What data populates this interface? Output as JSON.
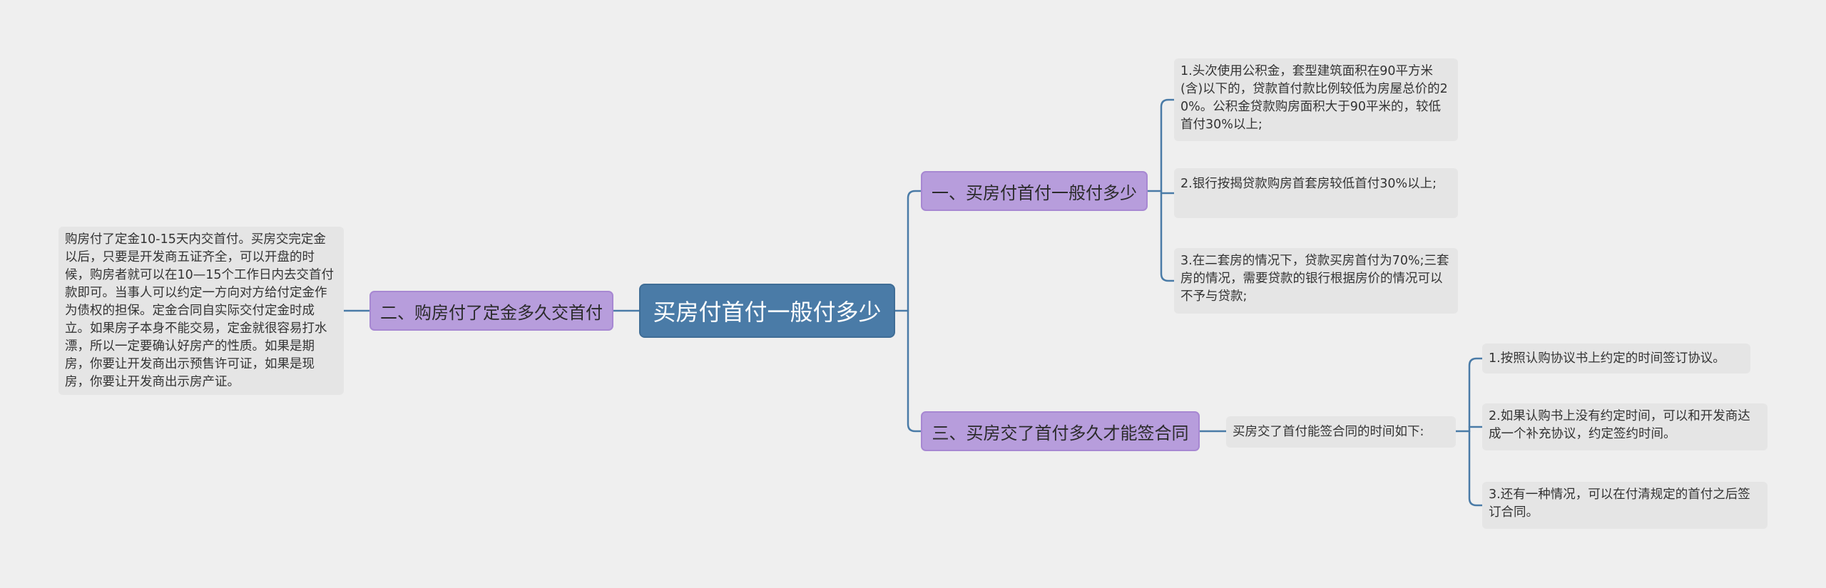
{
  "root": {
    "title": "买房付首付一般付多少"
  },
  "branches": {
    "b1": {
      "label": "一、买房付首付一般付多少",
      "items": [
        "1.头次使用公积金，套型建筑面积在90平方米(含)以下的，贷款首付款比例较低为房屋总价的20%。公积金贷款购房面积大于90平米的，较低首付30%以上;",
        "2.银行按揭贷款购房首套房较低首付30%以上;",
        "3.在二套房的情况下，贷款买房首付为70%;三套房的情况，需要贷款的银行根据房价的情况可以不予与贷款;"
      ]
    },
    "b2": {
      "label": "二、购房付了定金多久交首付",
      "items": [
        "购房付了定金10-15天内交首付。买房交完定金以后，只要是开发商五证齐全，可以开盘的时候，购房者就可以在10—15个工作日内去交首付款即可。当事人可以约定一方向对方给付定金作为债权的担保。定金合同自实际交付定金时成立。如果房子本身不能交易，定金就很容易打水漂，所以一定要确认好房产的性质。如果是期房，你要让开发商出示预售许可证，如果是现房，你要让开发商出示房产证。"
      ]
    },
    "b3": {
      "label": "三、买房交了首付多久才能签合同",
      "mid": "买房交了首付能签合同的时间如下:",
      "items": [
        "1.按照认购协议书上约定的时间签订协议。",
        "2.如果认购书上没有约定时间，可以和开发商达成一个补充协议，约定签约时间。",
        "3.还有一种情况，可以在付清规定的首付之后签订合同。"
      ]
    }
  },
  "colors": {
    "background": "#efefef",
    "root": "#4a7ba7",
    "branch": "#b79ddc",
    "leaf": "#e5e5e5",
    "connector": "#4a7ba7"
  }
}
